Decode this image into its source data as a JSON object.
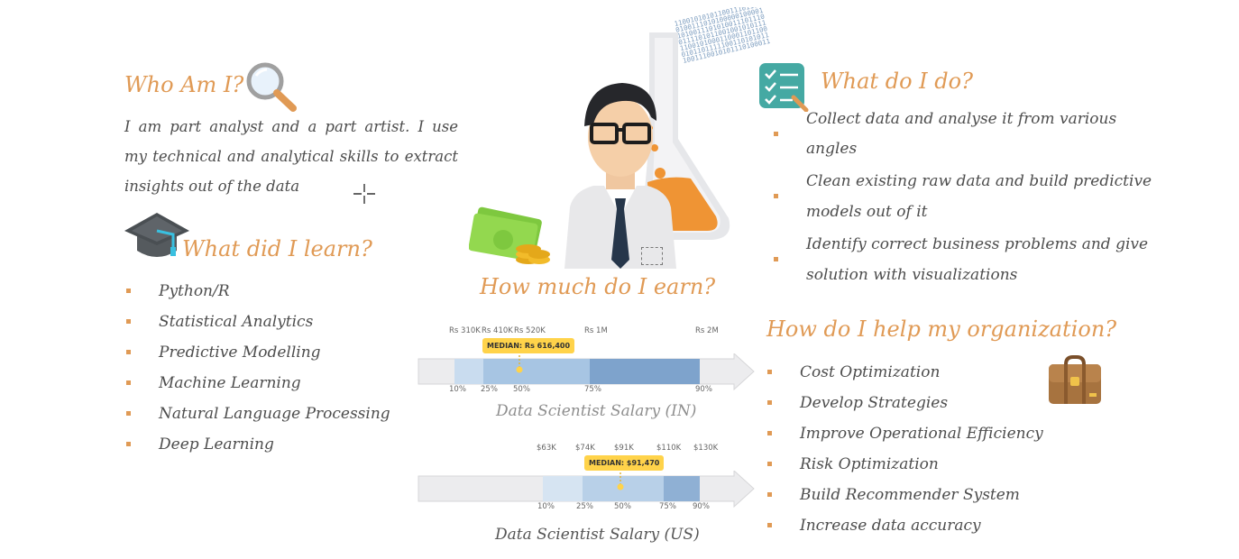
{
  "who": {
    "heading": "Who Am I?",
    "lines": [
      "I am part analyst and a part artist. I use",
      "my technical and analytical skills to extract",
      "insights out of the data"
    ]
  },
  "learn": {
    "heading": "What did I learn?",
    "items": [
      "Python/R",
      "Statistical Analytics",
      "Predictive Modelling",
      "Machine Learning",
      "Natural Language Processing",
      "Deep Learning"
    ]
  },
  "doing": {
    "heading": "What do I do?",
    "items": [
      [
        "Collect data and analyse it from various",
        "angles"
      ],
      [
        "Clean existing raw data and build predictive",
        "models out of it"
      ],
      [
        "Identify correct business problems and give",
        "solution with visualizations"
      ]
    ]
  },
  "earn": {
    "heading": "How much do I earn?",
    "in": {
      "caption": "Data Scientist Salary (IN)",
      "top_ticks": [
        "Rs 310K",
        "Rs 410K",
        "Rs 520K",
        "Rs 1M",
        "Rs 2M"
      ],
      "pct_ticks": [
        "10%",
        "25%",
        "50%",
        "75%",
        "90%"
      ],
      "median_label": "MEDIAN: Rs 616,400"
    },
    "us": {
      "caption": "Data Scientist Salary (US)",
      "top_ticks": [
        "$63K",
        "$74K",
        "$91K",
        "$110K",
        "$130K"
      ],
      "pct_ticks": [
        "10%",
        "25%",
        "50%",
        "75%",
        "90%"
      ],
      "median_label": "MEDIAN: $91,470"
    }
  },
  "help": {
    "heading": "How do I help my organization?",
    "items": [
      "Cost Optimization",
      "Develop Strategies",
      "Improve Operational Efficiency",
      "Risk Optimization",
      "Build Recommender System",
      "Increase data accuracy"
    ]
  },
  "binary": [
    "1100101010110011101110",
    "0100111010100000100001",
    "1010011101010011101110",
    "0111101011001001010111",
    "1100101000110001101100",
    "0101101111100110101011",
    "1001110010101110100011"
  ],
  "colors": {
    "accent": "#e09a55",
    "bar_light": "#c9dcef",
    "bar_mid": "#a7c5e3",
    "bar_dark": "#7ea3cc",
    "median": "#ffd34a"
  }
}
